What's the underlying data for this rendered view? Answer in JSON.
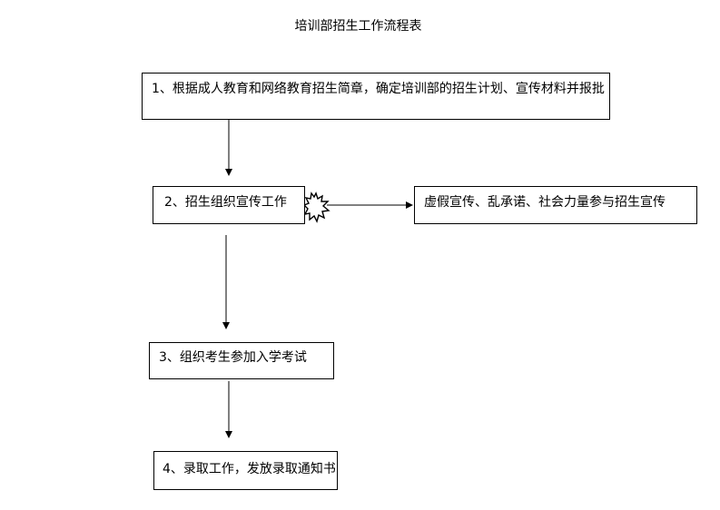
{
  "title": "培训部招生工作流程表",
  "steps": [
    {
      "label": "1、根据成人教育和网络教育招生简章，确定培训部的招生计划、宣传材料并报批"
    },
    {
      "label": "2、招生组织宣传工作"
    },
    {
      "label": "3、组织考生参加入学考试"
    },
    {
      "label": "4、录取工作，发放录取通知书"
    }
  ],
  "warning": {
    "label": "虚假宣传、乱承诺、社会力量参与招生宣传",
    "icon": "explosion-burst-icon"
  },
  "colors": {
    "line": "#000000",
    "box_border": "#000000",
    "background": "#ffffff"
  }
}
